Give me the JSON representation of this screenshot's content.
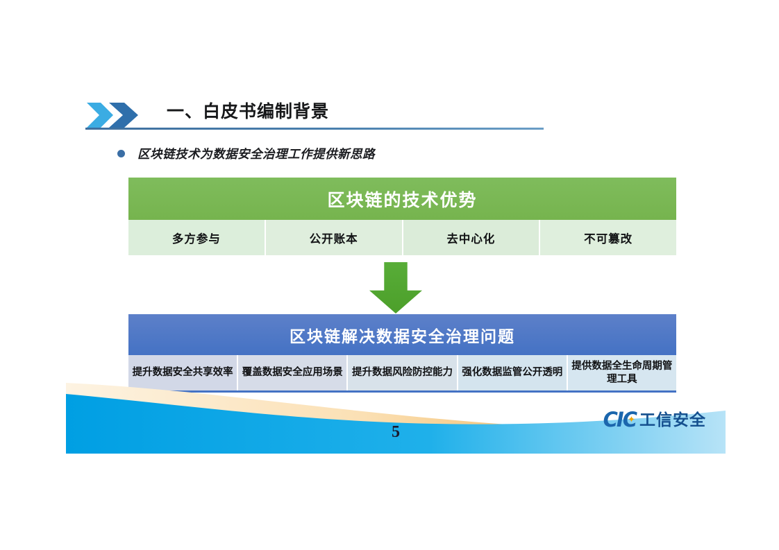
{
  "slide": {
    "title": "一、白皮书编制背景",
    "bullet": "区块链技术为数据安全治理工作提供新思路",
    "page_number": "5"
  },
  "advantages": {
    "header": "区块链的技术优势",
    "header_color": "#76b44e",
    "cell_color": "#dceedb",
    "items": [
      "多方参与",
      "公开账本",
      "去中心化",
      "不可篡改"
    ]
  },
  "solutions": {
    "header": "区块链解决数据安全治理问题",
    "header_color": "#4472c4",
    "cell_color": "#d6dce8",
    "items": [
      "提升数据安全共享效率",
      "覆盖数据安全应用场景",
      "提升数据风险防控能力",
      "强化数据监管公开透明",
      "提供数据全生命周期管理工具"
    ]
  },
  "arrow": {
    "direction": "down",
    "color": "#4ea72e"
  },
  "chevrons": {
    "light_color": "#3bace3",
    "dark_color": "#2f6fab"
  },
  "logo": {
    "mark": "CIC",
    "name": "工信安全",
    "color": "#1b66ad"
  },
  "footer": {
    "wave_blue": "#009fe3",
    "wave_blue_light": "#a9ddf5",
    "wave_orange": "#f2b860",
    "wave_cream": "#fdf0da"
  }
}
